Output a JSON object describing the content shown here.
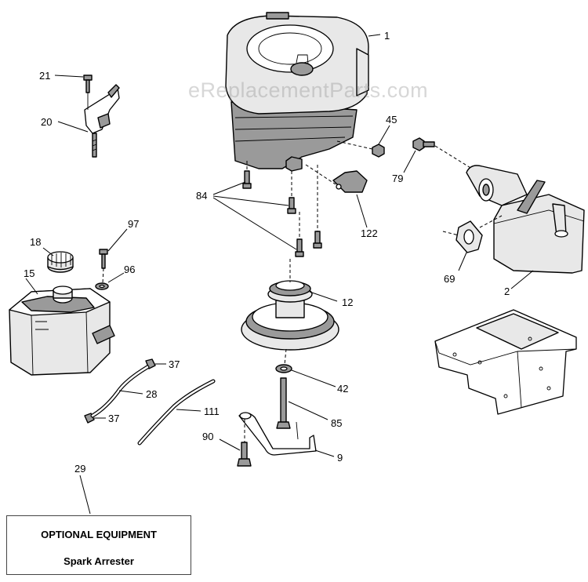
{
  "watermark": "eReplacementParts.com",
  "optional_equipment": {
    "title": "OPTIONAL EQUIPMENT",
    "item": "Spark Arrester"
  },
  "labels": {
    "p1": "1",
    "p2": "2",
    "p9": "9",
    "p12": "12",
    "p15": "15",
    "p18": "18",
    "p20": "20",
    "p21": "21",
    "p28": "28",
    "p29": "29",
    "p37a": "37",
    "p37b": "37",
    "p42": "42",
    "p45": "45",
    "p69": "69",
    "p79": "79",
    "p84": "84",
    "p85": "85",
    "p90": "90",
    "p96": "96",
    "p97": "97",
    "p111": "111",
    "p122": "122"
  }
}
